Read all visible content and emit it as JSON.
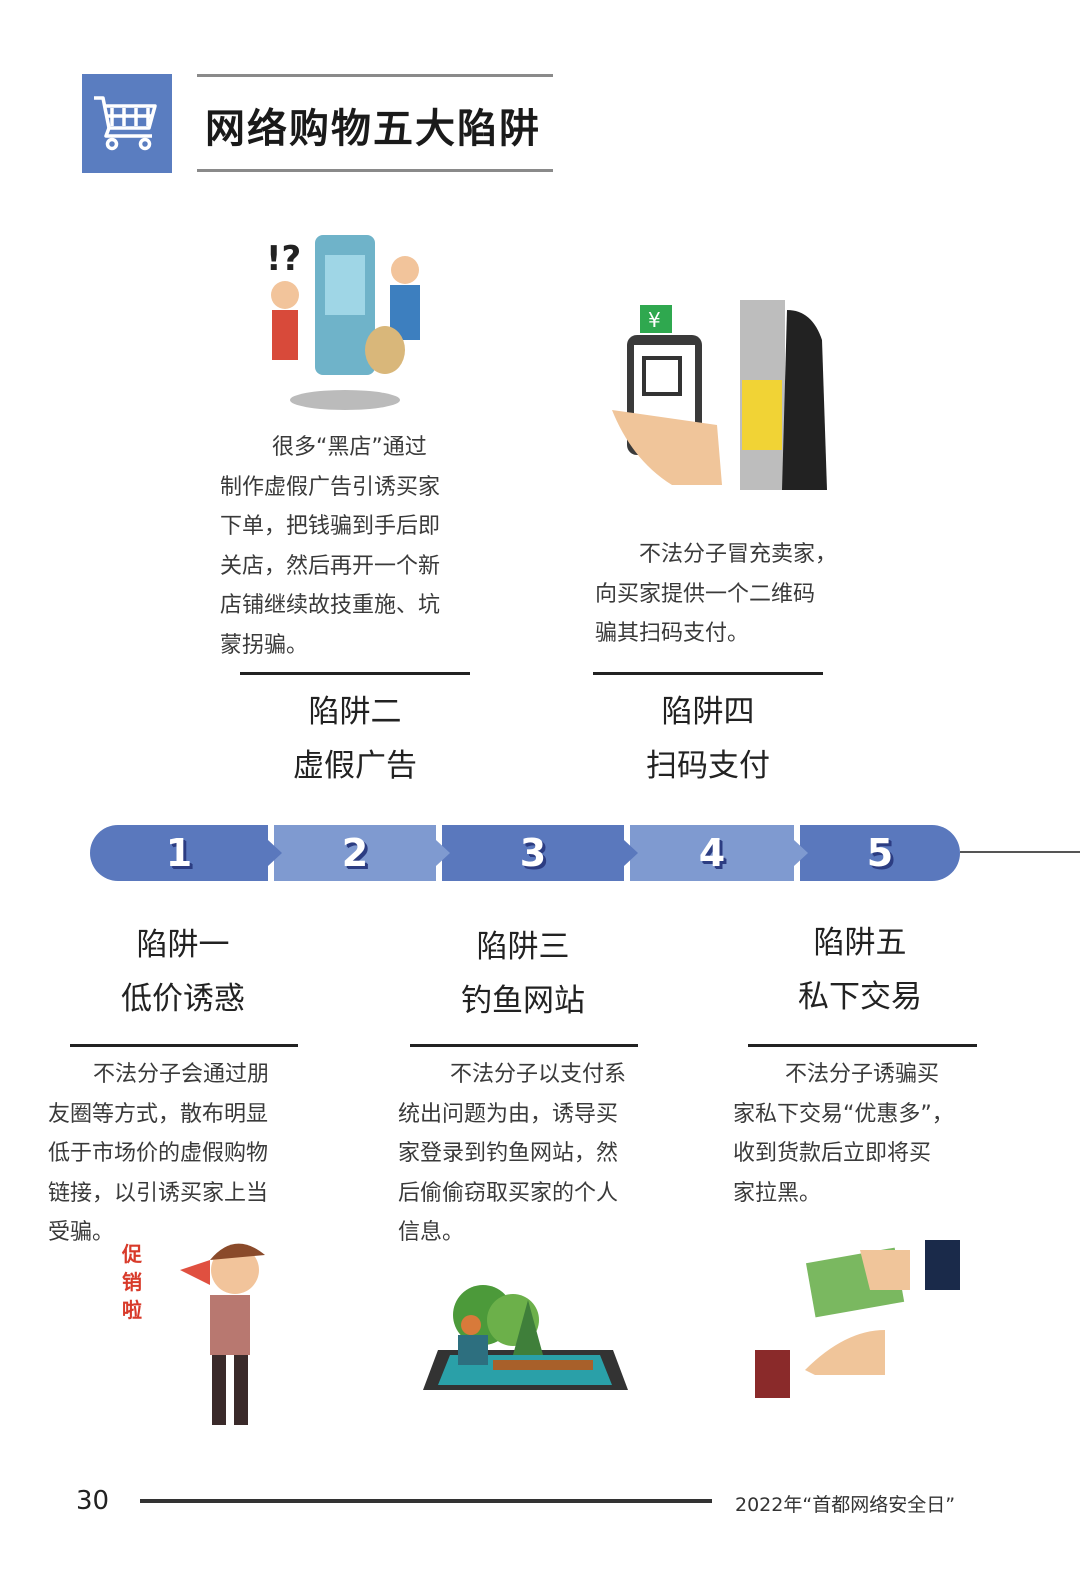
{
  "header": {
    "title": "网络购物五大陷阱",
    "icon": "shopping-cart-icon",
    "accent": "#5a7dc0"
  },
  "timeline": {
    "steps": [
      "1",
      "2",
      "3",
      "4",
      "5"
    ],
    "colors": {
      "dark": "#5a78bd",
      "light": "#7f9ad0"
    }
  },
  "traps": [
    {
      "label": "陷阱一",
      "name": "低价诱惑",
      "desc": [
        "不法分子会通过朋",
        "友圈等方式，散布明显",
        "低于市场价的虚假购物",
        "链接，以引诱买家上当",
        "受骗。"
      ],
      "illustration_text": "促销啦"
    },
    {
      "label": "陷阱二",
      "name": "虚假广告",
      "desc": [
        "很多“黑店”通过",
        "制作虚假广告引诱买家",
        "下单，把钱骗到手后即",
        "关店，然后再开一个新",
        "店铺继续故技重施、坑",
        "蒙拐骗。"
      ]
    },
    {
      "label": "陷阱三",
      "name": "钓鱼网站",
      "desc": [
        "不法分子以支付系",
        "统出问题为由，诱导买",
        "家登录到钓鱼网站，然",
        "后偷偷窃取买家的个人",
        "信息。"
      ]
    },
    {
      "label": "陷阱四",
      "name": "扫码支付",
      "desc": [
        "不法分子冒充卖家，",
        "向买家提供一个二维码",
        "骗其扫码支付。"
      ]
    },
    {
      "label": "陷阱五",
      "name": "私下交易",
      "desc": [
        "不法分子诱骗买",
        "家私下交易“优惠多”，",
        "收到货款后立即将买",
        "家拉黑。"
      ]
    }
  ],
  "footer": {
    "page": "30",
    "event": "2022年“首都网络安全日”"
  }
}
